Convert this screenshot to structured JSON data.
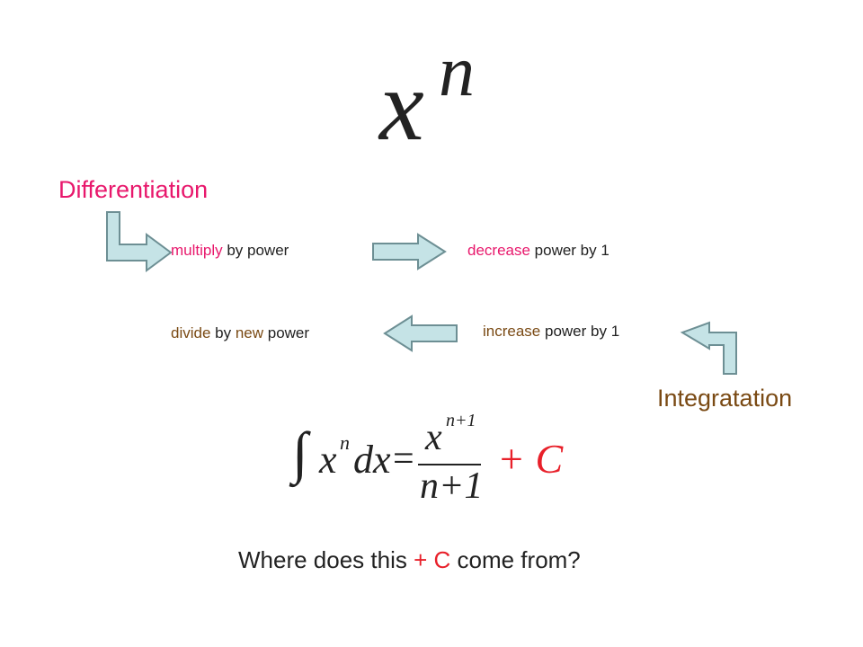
{
  "title": {
    "base": "x",
    "exponent": "n"
  },
  "differentiation": {
    "heading": "Differentiation",
    "step1": {
      "keyword": "multiply",
      "rest": " by power"
    },
    "step2": {
      "keyword": "decrease",
      "rest": " power by 1"
    }
  },
  "integration": {
    "heading": "Integratation",
    "step1": {
      "first_letter": "i",
      "keyword": "ncrease",
      "rest": " power by 1"
    },
    "step2": {
      "word1": "divide",
      "mid": " by ",
      "keyword": "new",
      "rest": " power"
    }
  },
  "formula": {
    "integral_sign": "∫",
    "integrand_base": "x",
    "integrand_exp": "n",
    "differential": "dx",
    "equals": "=",
    "numerator_base": "x",
    "numerator_exp": "n+1",
    "denominator": "n+1",
    "constant": "+ C"
  },
  "question": {
    "before": "Where does this ",
    "highlight": "+ C",
    "after": " come from?"
  },
  "colors": {
    "pink": "#e8186c",
    "brown": "#7a4a14",
    "arrow_fill": "#c5e3e6",
    "arrow_stroke": "#6d8f94",
    "red": "#e8202a"
  }
}
